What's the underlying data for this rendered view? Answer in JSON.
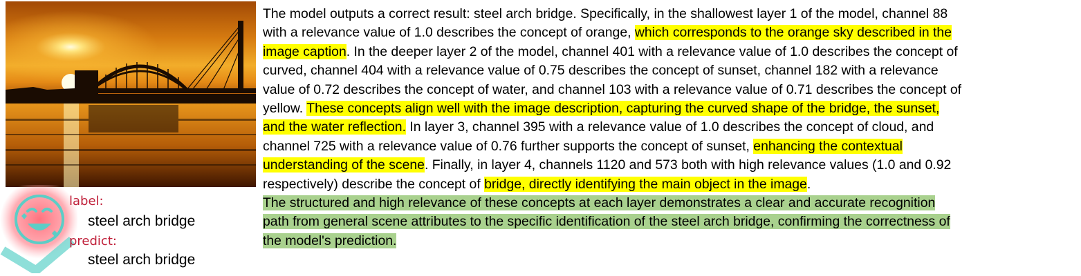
{
  "image": {
    "description_icon": "sunset-bridge-photo"
  },
  "badge": {
    "icon": "smiling-face-check-icon",
    "label_title": "label:",
    "label_value": "steel arch bridge",
    "predict_title": "predict:",
    "predict_value": "steel arch bridge"
  },
  "colors": {
    "yellow_highlight": "#ffff00",
    "green_highlight": "#a9d18e",
    "label_red": "#c0203a",
    "icon_teal": "#5ccdc6",
    "icon_pink": "#f4757f"
  },
  "paragraph": {
    "l1": "The model outputs a correct result: steel arch bridge. Specifically, in the shallowest layer 1 of the model, channel 88",
    "l2a": "with a relevance value of 1.0 describes the concept of orange, ",
    "l2h": "which corresponds to the orange sky described in the",
    "l3h": "image caption",
    "l3b": ". In the deeper layer 2 of the model, channel 401 with a relevance value of 1.0 describes the concept of",
    "l4": "curved, channel 404 with a relevance value of 0.75 describes the concept of sunset, channel 182 with a relevance",
    "l5": "value of 0.72 describes the concept of water, and channel 103 with a relevance value of 0.71 describes the concept of",
    "l6a": "yellow. ",
    "l6h": "These concepts align well with the image description, capturing the curved shape of the bridge, the sunset,",
    "l7h": "and the water reflection.",
    "l7b": " In layer 3, channel 395 with a relevance value of 1.0 describes the concept of cloud, and",
    "l8a": "channel 725 with a relevance value of 0.76 further supports the concept of sunset, ",
    "l8h": "enhancing the contextual",
    "l9h": "understanding of the scene",
    "l9b": ". Finally, in layer 4, channels 1120 and 573 both with high relevance values (1.0 and 0.92",
    "l10a": "respectively) describe the concept of ",
    "l10h": "bridge, directly identifying the main object in the image",
    "l10b": ".",
    "l11g": "The structured and high relevance of these concepts at each layer demonstrates a clear and accurate recognition",
    "l12g": "path from general scene attributes to the specific identification of the steel arch bridge, confirming the correctness of",
    "l13g": "the model's prediction."
  }
}
